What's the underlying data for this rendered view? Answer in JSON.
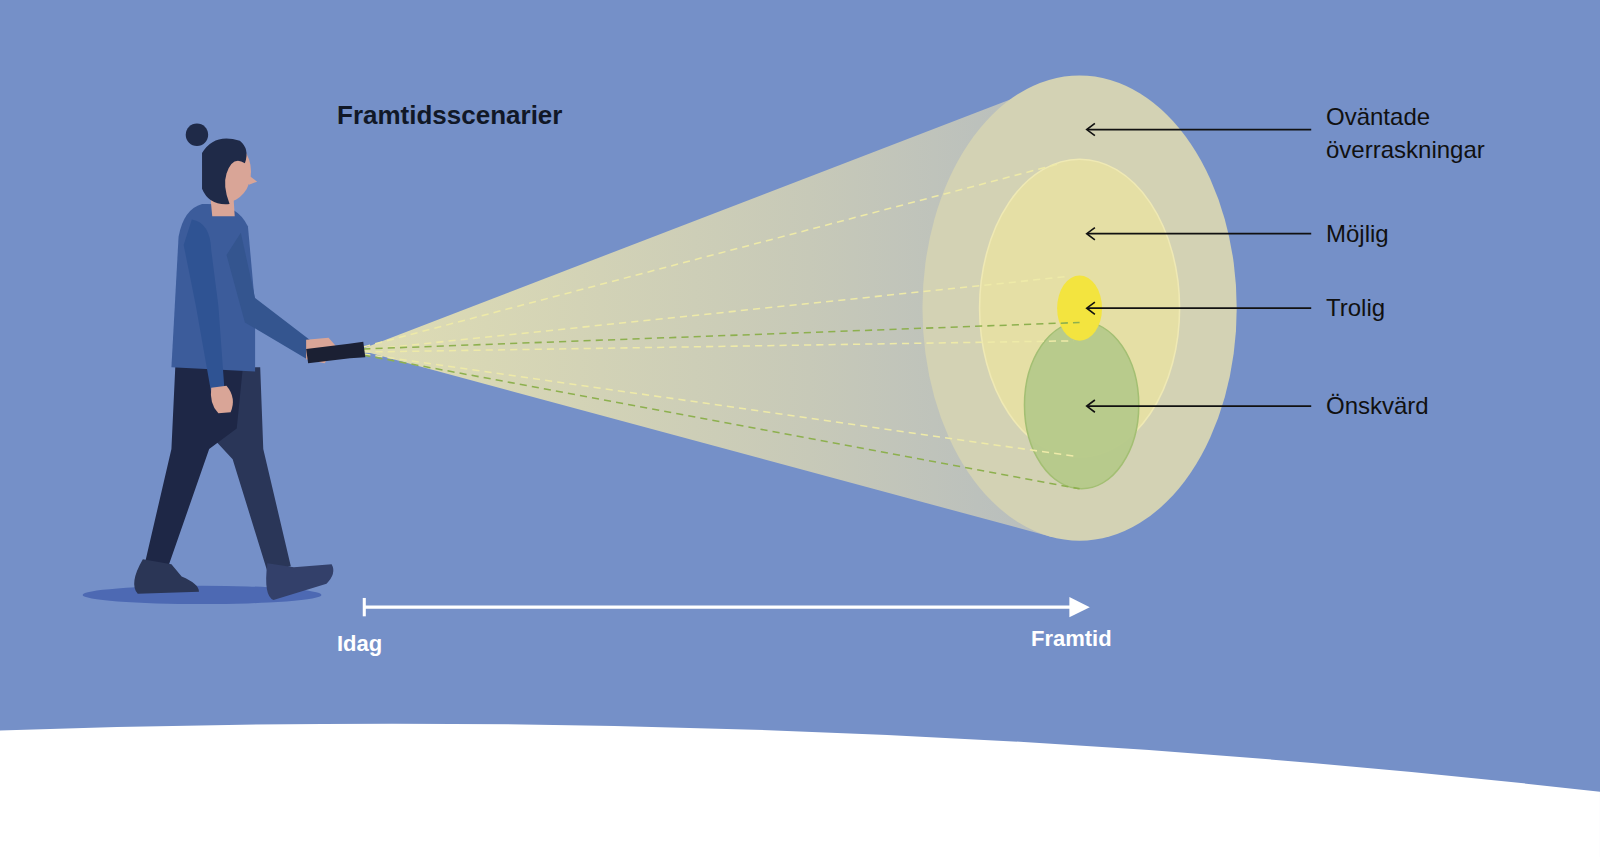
{
  "diagram": {
    "title": "Framtidsscenarier",
    "labels": [
      "Oväntade överraskningar",
      "Möjlig",
      "Trolig",
      "Önskvärd",
      "Idag",
      "Framtid"
    ]
  }
}
